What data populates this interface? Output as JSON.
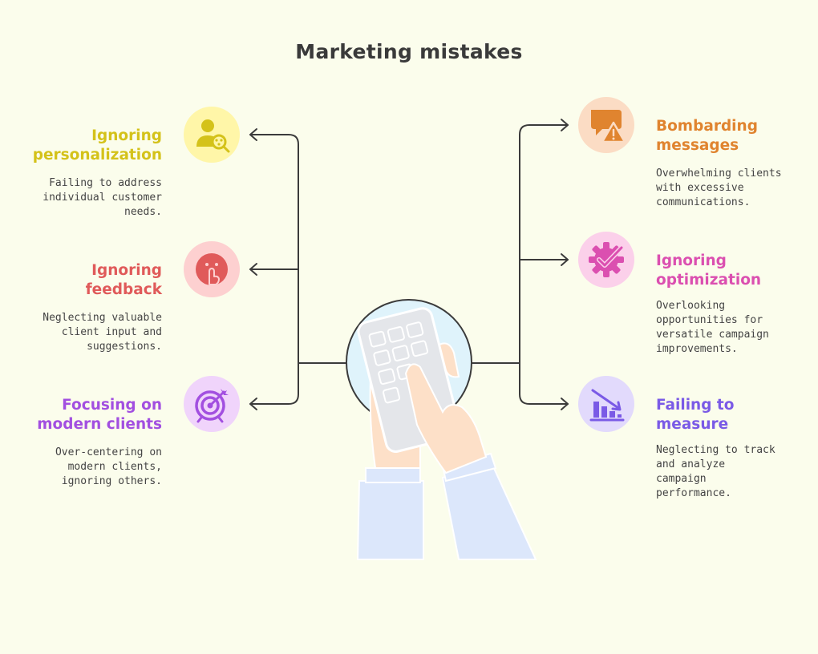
{
  "title": "Marketing mistakes",
  "colors": {
    "background": "#fbfdec",
    "line": "#3b3b3b",
    "yellow": "#d4c21a",
    "red": "#e05a5a",
    "purple": "#a24fe0",
    "orange": "#e0842f",
    "pink": "#db4fb0",
    "violet": "#7a5ae6"
  },
  "items": {
    "personalization": {
      "heading": [
        "Ignoring",
        "personalization"
      ],
      "description": [
        "Failing to address",
        "individual customer",
        "needs."
      ],
      "icon": "user-search-icon"
    },
    "feedback": {
      "heading": [
        "Ignoring",
        "feedback"
      ],
      "description": [
        "Neglecting valuable",
        "client input and",
        "suggestions."
      ],
      "icon": "silence-finger-icon"
    },
    "modern_clients": {
      "heading": [
        "Focusing on",
        "modern clients"
      ],
      "description": [
        "Over-centering on",
        "modern clients,",
        "ignoring others."
      ],
      "icon": "target-icon"
    },
    "bombarding": {
      "heading": [
        "Bombarding",
        "messages"
      ],
      "description": [
        "Overwhelming clients",
        "with excessive",
        "communications."
      ],
      "icon": "chat-warning-icon"
    },
    "optimization": {
      "heading": [
        "Ignoring",
        "optimization"
      ],
      "description": [
        "Overlooking",
        "opportunities for",
        "versatile campaign",
        "improvements."
      ],
      "icon": "gear-check-icon"
    },
    "measure": {
      "heading": [
        "Failing to",
        "measure"
      ],
      "description": [
        "Neglecting to track",
        "and analyze",
        "campaign",
        "performance."
      ],
      "icon": "declining-chart-icon"
    }
  }
}
